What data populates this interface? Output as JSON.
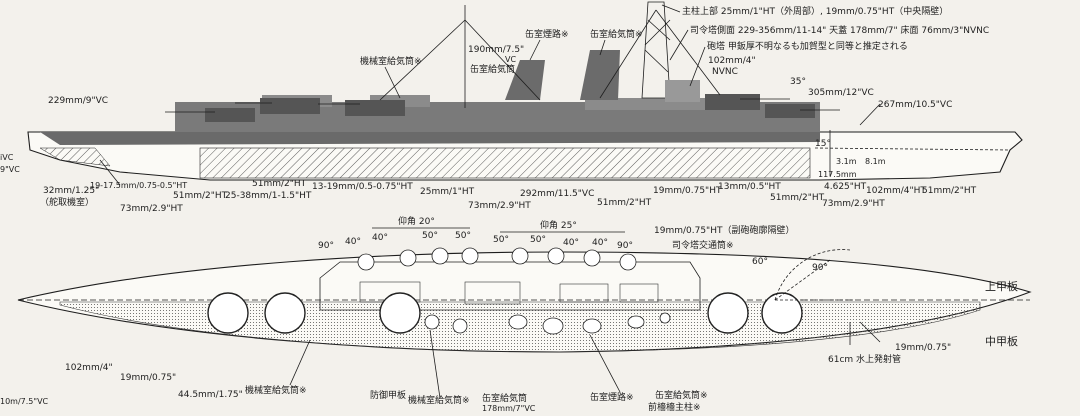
{
  "labels": {
    "armor_main_belt_pos": "主柱上部 25mm/1\"HT（外周部）, 19mm/0.75\"HT（中央隔壁）",
    "conning_tower": "司令塔側面 229-356mm/11-14\"  天蓋 178mm/7\"  床面 76mm/3\"NVNC",
    "gun_house": "砲塔  甲鈑厚不明なるも加賀型と同等と推定される",
    "boiler_vent_1": "缶室煙路※",
    "boiler_vent_2": "缶室給気筒※",
    "engine_vent_top": "機械室給気筒※",
    "boiler_gas_top": "缶室給気筒",
    "a190": "190mm/7.5\"",
    "vc": "VC",
    "a102": "102mm/4\"",
    "nvnc": "NVNC",
    "deg35": "35°",
    "a305": "305mm/12\"VC",
    "a267": "267mm/10.5\"VC",
    "a229": "229mm/9\"VC",
    "deg15": "15°",
    "a32": "32mm/1.25\"",
    "a32b": "（舵取機室）",
    "a19_17": "19-17.5mm/0.75-0.5\"HT",
    "a51_1": "51mm/2\"HT",
    "a73_1": "73mm/2.9\"HT",
    "a51_2": "51mm/2\"HT",
    "a25_38": "25-38mm/1-1.5\"HT",
    "a13_19": "13-19mm/0.5-0.75\"HT",
    "a25": "25mm/1\"HT",
    "a73_2": "73mm/2.9\"HT",
    "a292": "292mm/11.5\"VC",
    "a51_3": "51mm/2\"HT",
    "a19_2": "19mm/0.75\"HT",
    "a13_2": "13mm/0.5\"HT",
    "a51_4": "51mm/2\"HT",
    "a73_3": "73mm/2.9\"HT",
    "a4625": "4.625\"HT",
    "a102_2": "102mm/4\"HT",
    "a51_5": "51mm/2\"HT",
    "d31a": "3.1m",
    "d31b": "8.1m",
    "d1175": "117.5mm",
    "elev20": "仰角 20°",
    "elev25": "仰角 25°",
    "deg90a": "90°",
    "deg40a": "40°",
    "deg40b": "40°",
    "deg50a": "50°",
    "deg50b": "50°",
    "deg50c": "50°",
    "deg50d": "50°",
    "deg40c": "40°",
    "deg40d": "40°",
    "deg90b": "90°",
    "sec_bulk": "19mm/0.75\"HT（副砲砲廓隔壁）",
    "ct_tube": "司令塔交通筒※",
    "deg60": "60°",
    "deg90c": "90°",
    "upper_deck": "上甲板",
    "middle_deck": "中甲板",
    "a102_3": "102mm/4\"",
    "a19_3": "19mm/0.75\"",
    "a19_4": "19mm/0.75\"",
    "torpedo": "61cm 水上発射管",
    "a445": "44.5mm/1.75\"",
    "engine_vent_b1": "機械室給気筒※",
    "prot_deck": "防御甲板",
    "engine_vent_b2": "機械室給気筒※",
    "boiler_vent_b": "缶室給気筒",
    "a178": "178mm/7\"VC",
    "boiler_flue_b": "缶室煙路※",
    "boiler_vent_b2": "缶室給気筒※",
    "fore_mast": "前檣檣主柱※",
    "left_edge_1": "iVC",
    "left_edge_2": "9\"VC",
    "left_edge_3": "10m/7.5\"VC"
  },
  "colors": {
    "ink": "#1e1e1e",
    "paper": "#f3f1ec",
    "hull": "#fbfaf6",
    "armor": "#5d5d5d"
  }
}
